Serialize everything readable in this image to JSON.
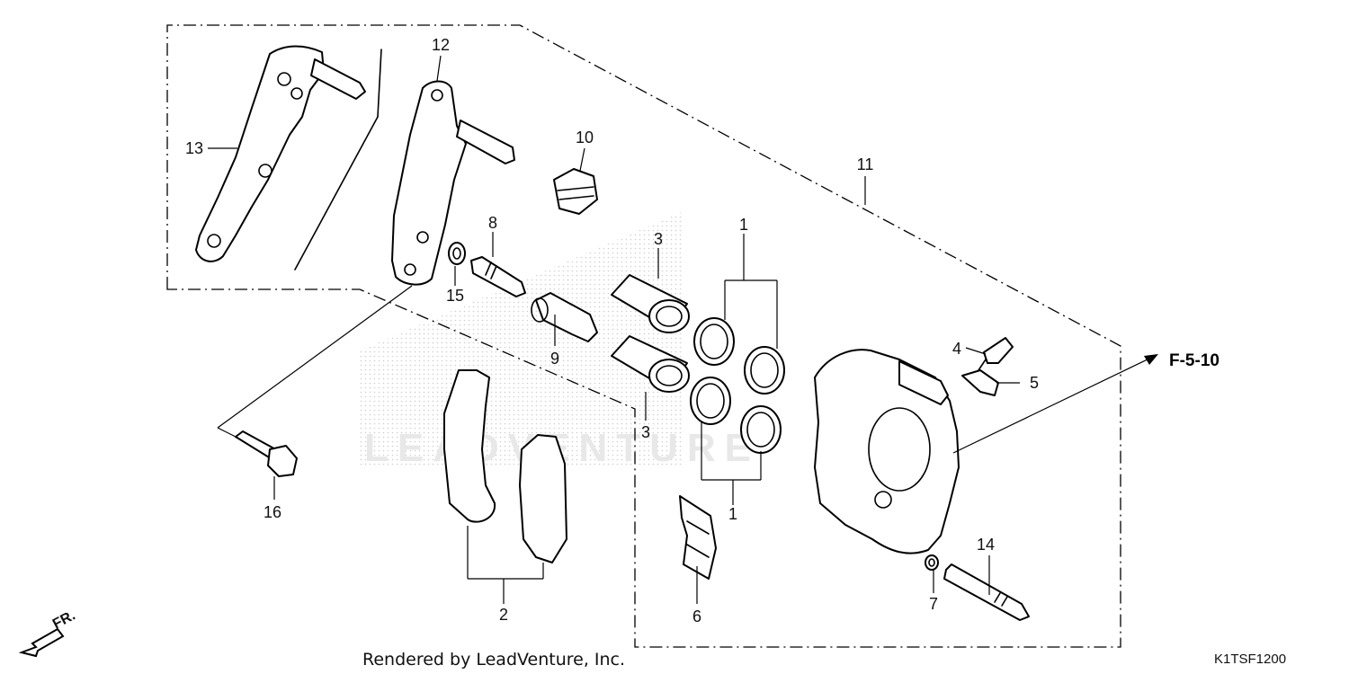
{
  "diagram": {
    "callouts": [
      {
        "id": "c1a",
        "text": "1"
      },
      {
        "id": "c1b",
        "text": "1"
      },
      {
        "id": "c2",
        "text": "2"
      },
      {
        "id": "c3a",
        "text": "3"
      },
      {
        "id": "c3b",
        "text": "3"
      },
      {
        "id": "c4",
        "text": "4"
      },
      {
        "id": "c5",
        "text": "5"
      },
      {
        "id": "c6",
        "text": "6"
      },
      {
        "id": "c7",
        "text": "7"
      },
      {
        "id": "c8",
        "text": "8"
      },
      {
        "id": "c9",
        "text": "9"
      },
      {
        "id": "c10",
        "text": "10"
      },
      {
        "id": "c11",
        "text": "11"
      },
      {
        "id": "c12",
        "text": "12"
      },
      {
        "id": "c13",
        "text": "13"
      },
      {
        "id": "c14",
        "text": "14"
      },
      {
        "id": "c15",
        "text": "15"
      },
      {
        "id": "c16",
        "text": "16"
      }
    ],
    "reference": "F-5-10",
    "direction_label": "FR.",
    "credit": "Rendered by LeadVenture, Inc.",
    "diagram_code": "K1TSF1200",
    "watermark": "LEADVENTURE"
  }
}
